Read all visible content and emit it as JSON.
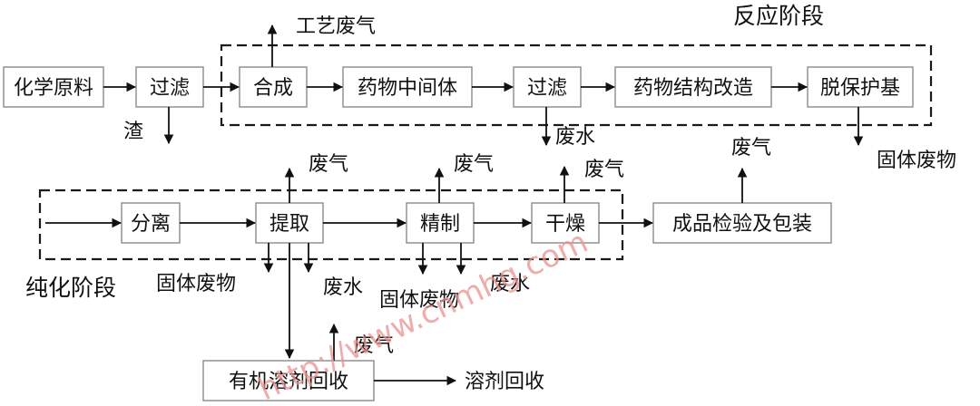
{
  "stages": {
    "reaction": "反应阶段",
    "purification": "纯化阶段"
  },
  "nodes": {
    "raw_materials": "化学原料",
    "filter1": "过滤",
    "synthesis": "合成",
    "intermediate": "药物中间体",
    "filter2": "过滤",
    "modification": "药物结构改造",
    "deprotection": "脱保护基",
    "separation": "分离",
    "extraction": "提取",
    "refining": "精制",
    "drying": "干燥",
    "inspection": "成品检验及包装",
    "solvent_recovery": "有机溶剂回收"
  },
  "outputs": {
    "process_gas": "工艺废气",
    "residue": "渣",
    "wastewater_filter2": "废水",
    "solid_waste_deprotection": "固体废物",
    "gas_extraction": "废气",
    "gas_refining": "废气",
    "gas_drying": "废气",
    "gas_inspection": "废气",
    "solid_waste_extraction": "固体废物",
    "wastewater_extraction": "废水",
    "solid_waste_refining": "固体废物",
    "wastewater_refining": "废水",
    "gas_recovery": "废气",
    "recovered_solvent": "溶剂回收"
  },
  "watermark": "http://www.cnmhg.com",
  "colors": {
    "line": "#111111",
    "box_border": "#8a8a8a",
    "watermark": "#e8908e"
  }
}
